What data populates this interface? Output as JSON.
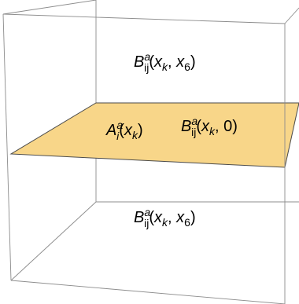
{
  "diagram": {
    "plane_fill": "#f8d689",
    "edge_color": "#8c8c8c",
    "labels": {
      "upper_bulk": {
        "base": "B",
        "sup": "a",
        "sub": "ij",
        "arg_open": "(",
        "arg_x": "x",
        "arg_x_sub": "k",
        "arg_sep": ", ",
        "arg_second": "x",
        "arg_second_sub": "6",
        "arg_close": ")"
      },
      "brane_gauge": {
        "base": "A",
        "sup": "a",
        "sub": "i",
        "arg_open": "(",
        "arg_x": "x",
        "arg_x_sub": "k",
        "arg_close": ")"
      },
      "brane_b": {
        "base": "B",
        "sup": "a",
        "sub": "ij",
        "arg_open": "(",
        "arg_x": "x",
        "arg_x_sub": "k",
        "arg_sep": ", ",
        "arg_second": "0",
        "arg_close": ")"
      },
      "lower_bulk": {
        "base": "B",
        "sup": "a",
        "sub": "ij",
        "arg_open": "(",
        "arg_x": "x",
        "arg_x_sub": "k",
        "arg_sep": ", ",
        "arg_second": "x",
        "arg_second_sub": "6",
        "arg_close": ")"
      }
    }
  }
}
